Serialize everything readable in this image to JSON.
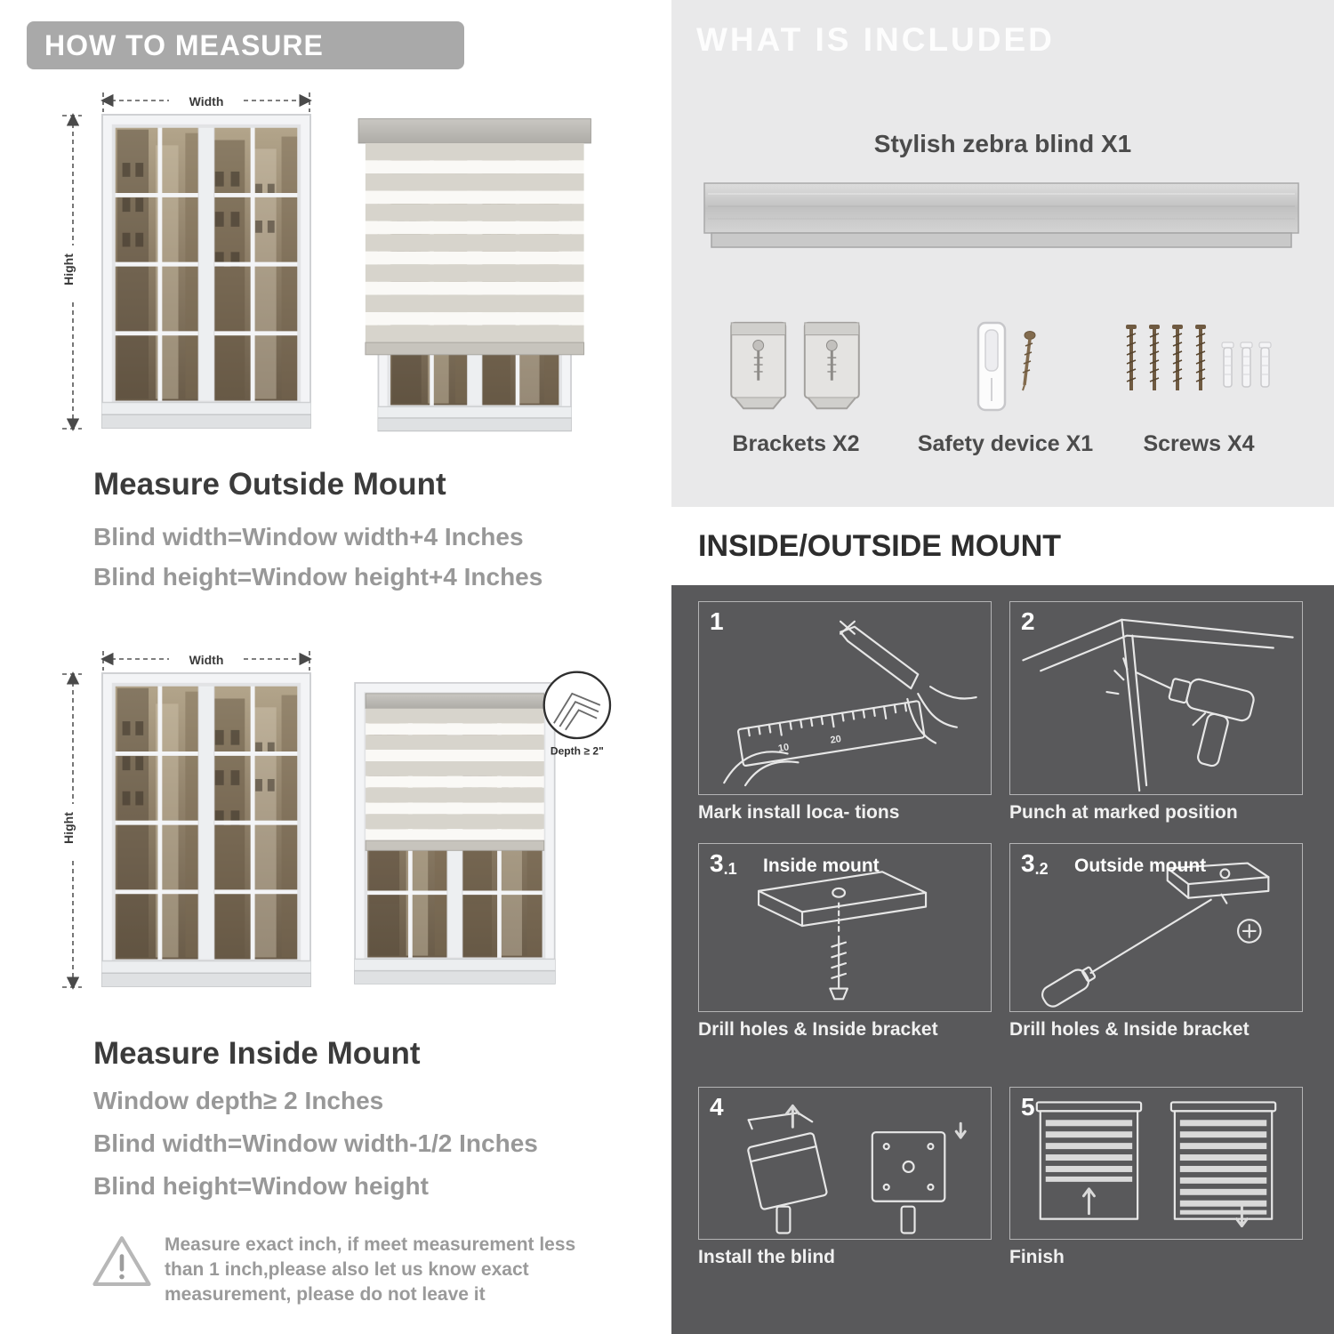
{
  "left": {
    "header": "HOW TO MEASURE",
    "labels": {
      "width": "Width",
      "height": "Hight",
      "depth": "Depth ≥ 2\""
    },
    "outside": {
      "title": "Measure Outside Mount",
      "line1": "Blind width=Window width+4 Inches",
      "line2": "Blind height=Window height+4 Inches"
    },
    "inside": {
      "title": "Measure Inside Mount",
      "line1": "Window depth≥ 2 Inches",
      "line2": "Blind width=Window width-1/2 Inches",
      "line3": "Blind height=Window height"
    },
    "note": "Measure exact inch, if meet measurement less than 1 inch,please also let us know exact measurement, please do not leave it"
  },
  "right": {
    "included": {
      "header": "WHAT IS INCLUDED",
      "blind_label": "Stylish zebra blind X1",
      "items": [
        {
          "label": "Brackets X2"
        },
        {
          "label": "Safety device X1"
        },
        {
          "label": "Screws X4"
        }
      ]
    },
    "mount": {
      "header": "INSIDE/OUTSIDE MOUNT",
      "ruler_marks": [
        "10",
        "20"
      ],
      "steps": [
        {
          "num": "1",
          "num_small": "",
          "title": "",
          "caption": "Mark install loca- tions"
        },
        {
          "num": "2",
          "num_small": "",
          "title": "",
          "caption": "Punch at  marked position"
        },
        {
          "num": "3",
          "num_small": ".1",
          "title": "Inside mount",
          "caption": "Drill holes &  Inside bracket"
        },
        {
          "num": "3",
          "num_small": ".2",
          "title": "Outside mount",
          "caption": "Drill holes &  Inside bracket"
        },
        {
          "num": "4",
          "num_small": "",
          "title": "",
          "caption": "Install the blind"
        },
        {
          "num": "5",
          "num_small": "",
          "title": "",
          "caption": "Finish"
        }
      ]
    }
  }
}
